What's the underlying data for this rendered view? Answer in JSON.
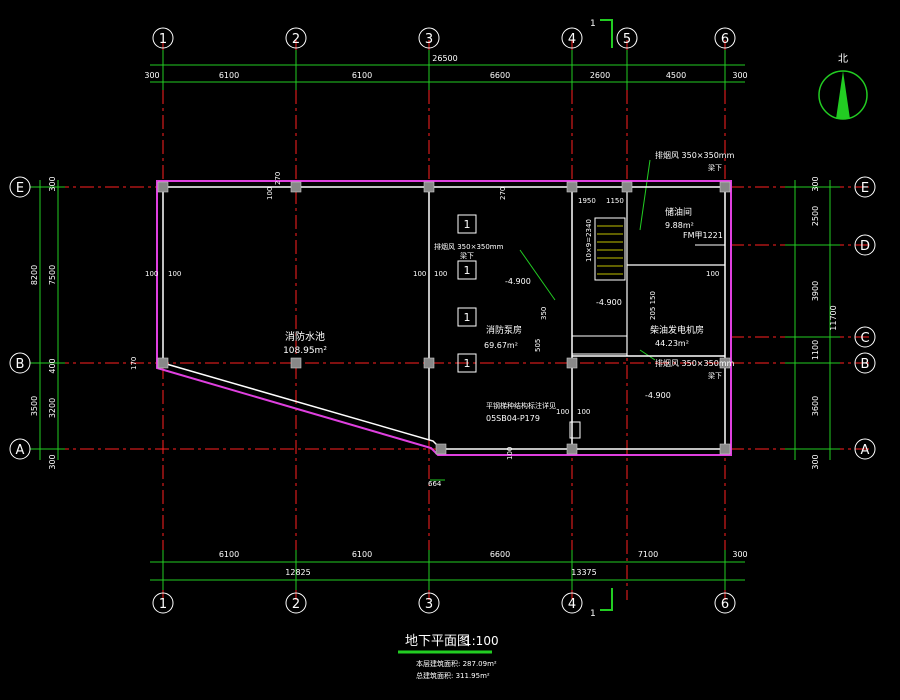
{
  "axes_top": [
    "1",
    "2",
    "3",
    "4",
    "5",
    "6"
  ],
  "axes_bottom": [
    "1",
    "2",
    "3",
    "4",
    "6"
  ],
  "axes_left": [
    "E",
    "B",
    "A"
  ],
  "axes_right": [
    "E",
    "D",
    "C",
    "B",
    "A"
  ],
  "dims_top": [
    "300",
    "6100",
    "6100",
    "6600",
    "2600",
    "4500",
    "300"
  ],
  "dim_top_total": "26500",
  "dims_bottom": [
    "6100",
    "6100",
    "6600",
    "7100",
    "300"
  ],
  "dims_bottom2": [
    "12825",
    "13375"
  ],
  "dims_left_outer": [
    "8200",
    "3500"
  ],
  "dims_left_inner": [
    "300",
    "7500",
    "400",
    "3200",
    "300"
  ],
  "dims_right_inner": [
    "300",
    "2500",
    "3900",
    "1100",
    "3600",
    "300"
  ],
  "dim_right_total": "11700",
  "section_mark": "1",
  "north_label": "北",
  "rooms": {
    "pool_name": "消防水池",
    "pool_area": "108.95m²",
    "pump_name": "消防泵房",
    "pump_area": "69.67m²",
    "gen_name": "柴油发电机房",
    "gen_area": "44.23m²",
    "oil_name": "储油间",
    "oil_area": "9.88m²"
  },
  "boxes": [
    "1",
    "1",
    "1",
    "1"
  ],
  "annotations": {
    "vent1": "排烟风 350×350mm",
    "vent1b": "梁下",
    "vent2": "排烟风 350×350mm",
    "vent2b": "梁下",
    "vent3": "排烟风 350×350mm",
    "vent3b": "梁下",
    "level1": "-4.900",
    "level2": "-4.900",
    "level3": "-4.900",
    "door1": "FM甲1221",
    "ref": "平钢梯种结构标注详见",
    "ref_code": "05SB04-P179",
    "stair": "10×9=2340",
    "d664": "664",
    "d170": "170"
  },
  "title": "地下平面图",
  "scale": "1:100",
  "area1": "本层建筑面积: 287.09m²",
  "area2": "总建筑面积: 311.95m²"
}
